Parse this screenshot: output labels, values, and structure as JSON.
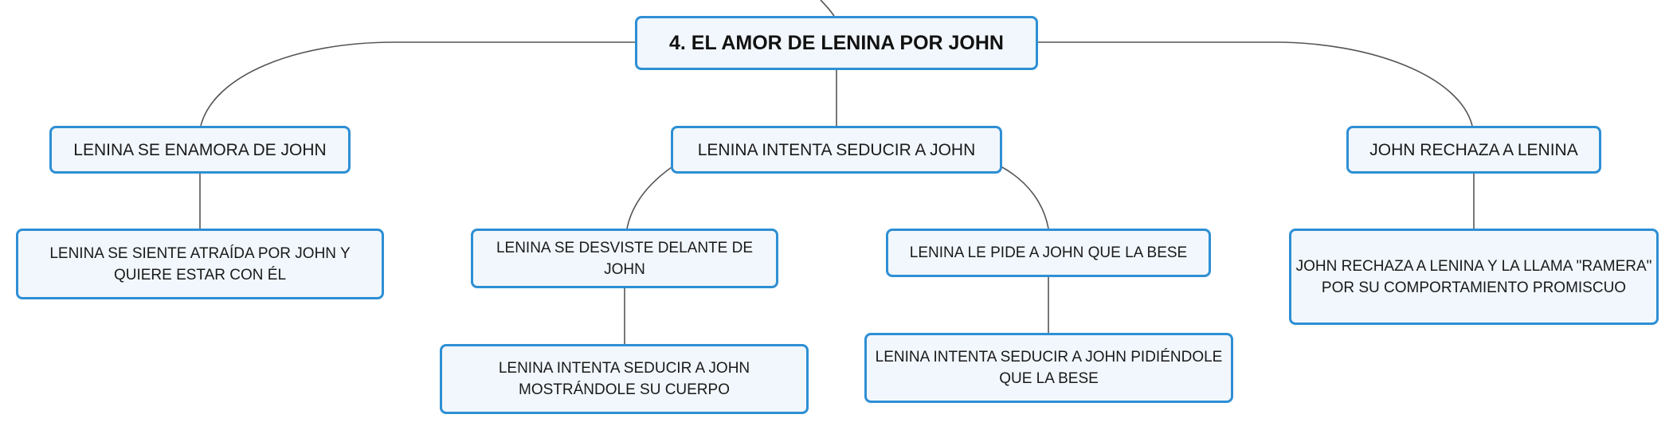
{
  "map": {
    "root": "4. EL AMOR DE LENINA POR JOHN",
    "branches": [
      {
        "title": "LENINA SE ENAMORA DE JOHN",
        "children": [
          {
            "title": "LENINA SE SIENTE ATRAÍDA POR JOHN Y QUIERE ESTAR CON ÉL"
          }
        ]
      },
      {
        "title": "LENINA INTENTA SEDUCIR A JOHN",
        "children": [
          {
            "title": "LENINA SE DESVISTE DELANTE DE JOHN",
            "detail": "LENINA INTENTA SEDUCIR A JOHN MOSTRÁNDOLE SU CUERPO"
          },
          {
            "title": "LENINA LE PIDE A JOHN QUE LA BESE",
            "detail": "LENINA INTENTA SEDUCIR A JOHN PIDIÉNDOLE QUE LA BESE"
          }
        ]
      },
      {
        "title": "JOHN RECHAZA A LENINA",
        "children": [
          {
            "title": "JOHN RECHAZA A LENINA Y LA LLAMA \"RAMERA\" POR SU COMPORTAMIENTO PROMISCUO"
          }
        ]
      }
    ]
  },
  "colors": {
    "node_border": "#2e8fd4",
    "node_fill": "#f1f7fc",
    "connector": "#4a4a4a"
  }
}
